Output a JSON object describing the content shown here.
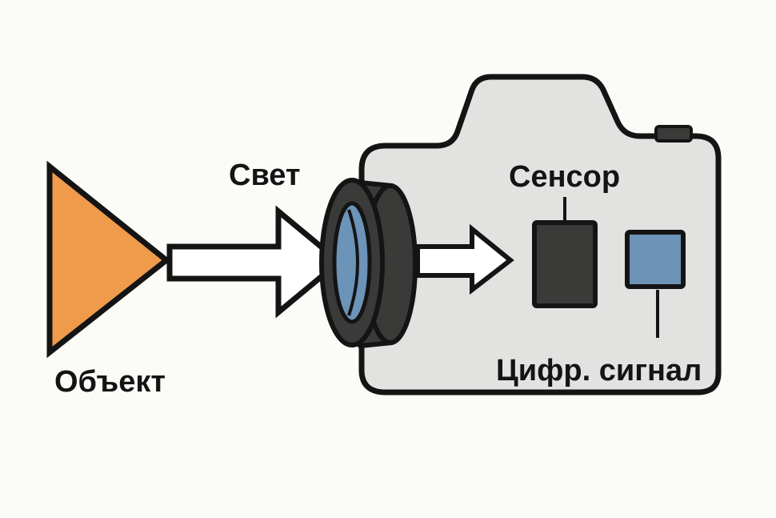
{
  "labels": {
    "object": "Объект",
    "light": "Свет",
    "sensor": "Сенсор",
    "digital_signal": "Цифр. сигнал"
  },
  "colors": {
    "background": "#fbfbf8",
    "object_fill": "#f09b4b",
    "camera_body": "#e2e2e1",
    "outline": "#141414",
    "lens_ring": "#3a3a39",
    "lens_glass": "#6c93b8",
    "sensor_block": "#3a3a39",
    "processor_block": "#6d93b6",
    "arrow_fill": "#ffffff"
  },
  "icons": {
    "object": "triangle-object-icon",
    "light": "arrow-right-icon",
    "camera": "camera-icon",
    "lens": "lens-icon",
    "sensor": "sensor-chip-icon",
    "processor": "processor-chip-icon"
  }
}
